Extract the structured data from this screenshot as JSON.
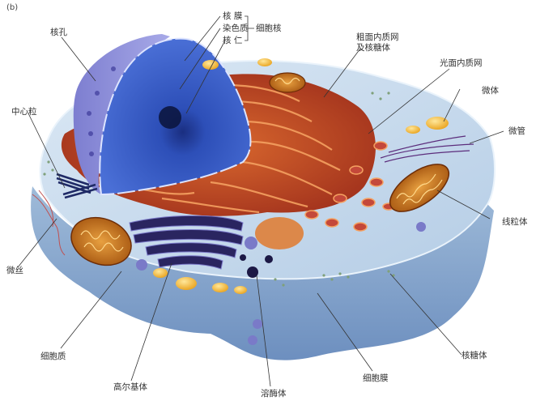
{
  "figure": {
    "panel_tag": "(b)",
    "subject": "动物细胞亚显微结构",
    "colors": {
      "cytoplasm": "#bcd4ea",
      "cell_base": "#7fa1c8",
      "nucleus": "#2d4fb8",
      "nucleus_surface": "#8c8fd8",
      "rough_er": "#b53a22",
      "er_highlight": "#f4a060",
      "golgi": "#2a2560",
      "mitochondria": "#c46a18",
      "vesicle": "#f2b62e",
      "label_line": "#333333"
    }
  },
  "labels": {
    "nuclear_pore": "核孔",
    "nuclear_envelope": "核  膜",
    "chromatin": "染色质",
    "nucleolus": "核  仁",
    "nucleus_group": "细胞核",
    "rough_er": "粗面内质网",
    "rough_er_line2": "及核糖体",
    "smooth_er": "光面内质网",
    "microbody": "微体",
    "microtubule": "微管",
    "centriole": "中心粒",
    "mitochondrion": "线粒体",
    "microfilament": "微丝",
    "cytoplasm": "细胞质",
    "golgi": "高尔基体",
    "lysosome": "溶酶体",
    "cell_membrane": "细胞膜",
    "ribosome": "核糖体"
  }
}
